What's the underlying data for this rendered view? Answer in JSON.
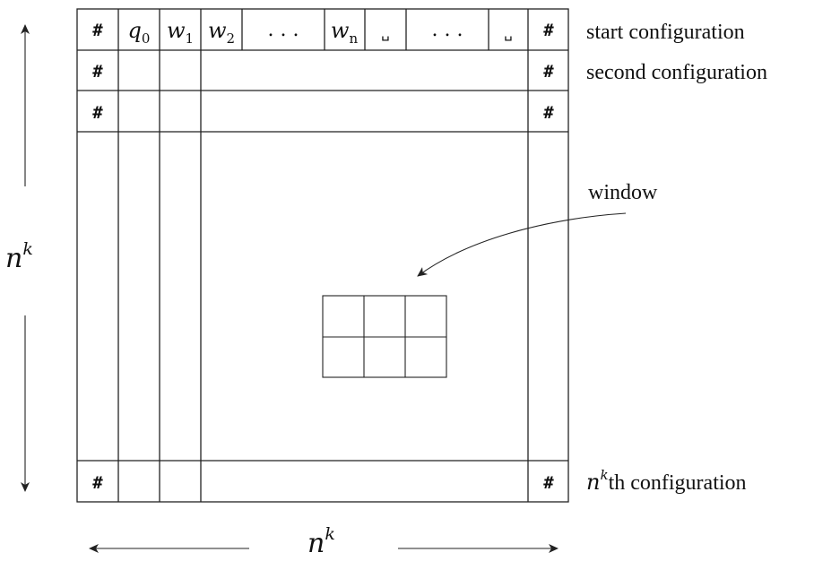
{
  "tableau": {
    "border_symbol": "#",
    "first_row": {
      "q_symbol": "q",
      "q_subscript": "0",
      "w_symbol": "w",
      "w1_subscript": "1",
      "w2_subscript": "2",
      "wn_subscript": "n",
      "ellipsis": ". . .",
      "blank_symbol": "␣"
    }
  },
  "labels": {
    "start": "start configuration",
    "second": "second configuration",
    "last_n": "n",
    "last_sup": "k",
    "last_rest": "th configuration",
    "window": "window"
  },
  "dimensions": {
    "base": "n",
    "exponent": "k"
  }
}
